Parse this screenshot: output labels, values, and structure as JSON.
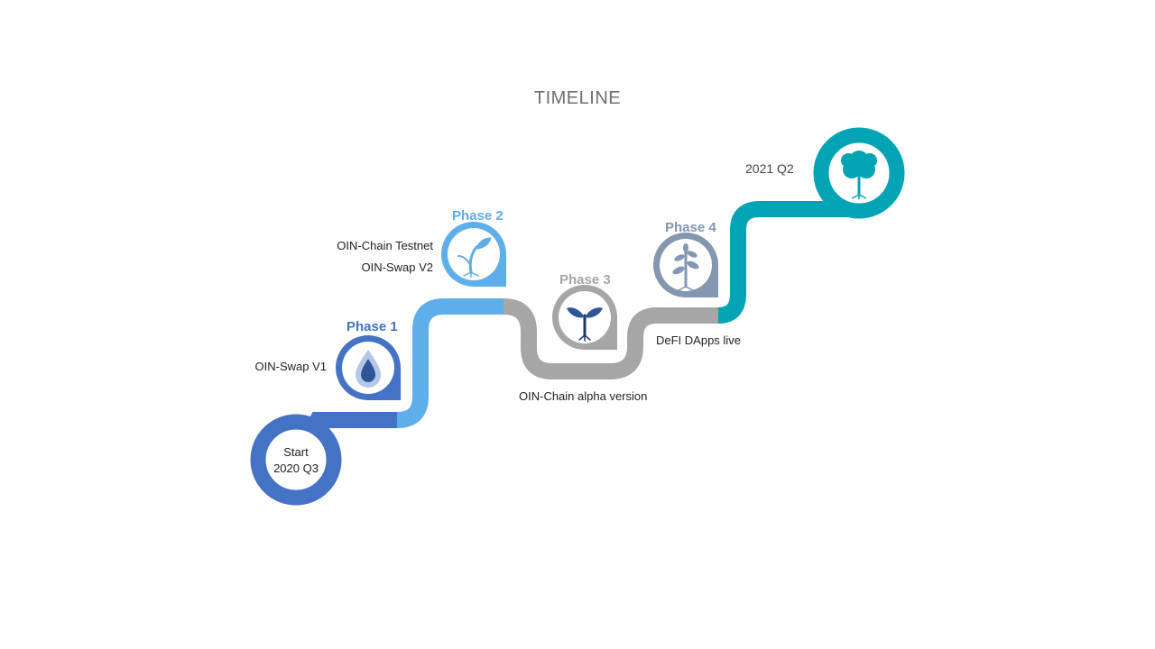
{
  "title": "TIMELINE",
  "start": {
    "line1": "Start",
    "line2": "2020 Q3"
  },
  "end_label": "2021 Q2",
  "phases": [
    {
      "name": "Phase 1",
      "items": [
        "OIN-Swap V1"
      ],
      "color": "#4472c4",
      "icon": "water-drop-icon"
    },
    {
      "name": "Phase 2",
      "items": [
        "OIN-Chain Testnet",
        "OIN-Swap V2"
      ],
      "color": "#5eaeea",
      "icon": "sprout-icon"
    },
    {
      "name": "Phase 3",
      "items": [
        "OIN-Chain alpha version"
      ],
      "color": "#a6a6a6",
      "icon": "seedling-icon"
    },
    {
      "name": "Phase 4",
      "items": [
        "DeFI DApps live"
      ],
      "color": "#8497b0",
      "icon": "young-plant-icon"
    }
  ],
  "end_color": "#00a4b4",
  "end_icon": "tree-icon"
}
